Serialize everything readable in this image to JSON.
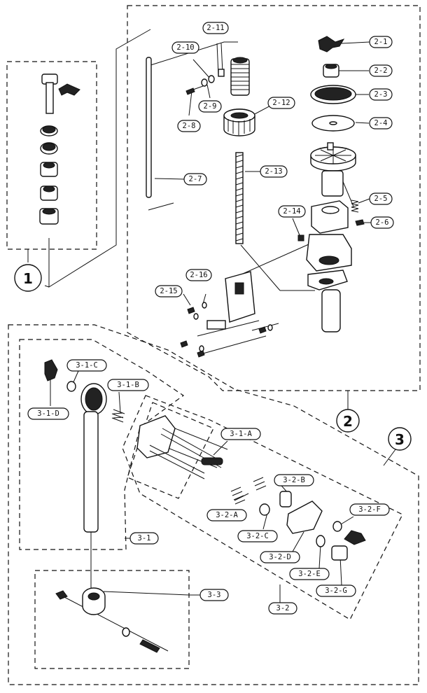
{
  "groups": [
    {
      "id": "1",
      "label": "1"
    },
    {
      "id": "2",
      "label": "2"
    },
    {
      "id": "3",
      "label": "3"
    }
  ],
  "callouts": {
    "c2_1": "2-1",
    "c2_2": "2-2",
    "c2_3": "2-3",
    "c2_4": "2-4",
    "c2_5": "2-5",
    "c2_6": "2-6",
    "c2_7": "2-7",
    "c2_8": "2-8",
    "c2_9": "2-9",
    "c2_10": "2-10",
    "c2_11": "2-11",
    "c2_12": "2-12",
    "c2_13": "2-13",
    "c2_14": "2-14",
    "c2_15": "2-15",
    "c2_16": "2-16",
    "c3_1": "3-1",
    "c3_1_a": "3-1-A",
    "c3_1_b": "3-1-B",
    "c3_1_c": "3-1-C",
    "c3_1_d": "3-1-D",
    "c3_2": "3-2",
    "c3_2_a": "3-2-A",
    "c3_2_b": "3-2-B",
    "c3_2_c": "3-2-C",
    "c3_2_d": "3-2-D",
    "c3_2_e": "3-2-E",
    "c3_2_f": "3-2-F",
    "c3_2_g": "3-2-G",
    "c3_3": "3-3"
  }
}
